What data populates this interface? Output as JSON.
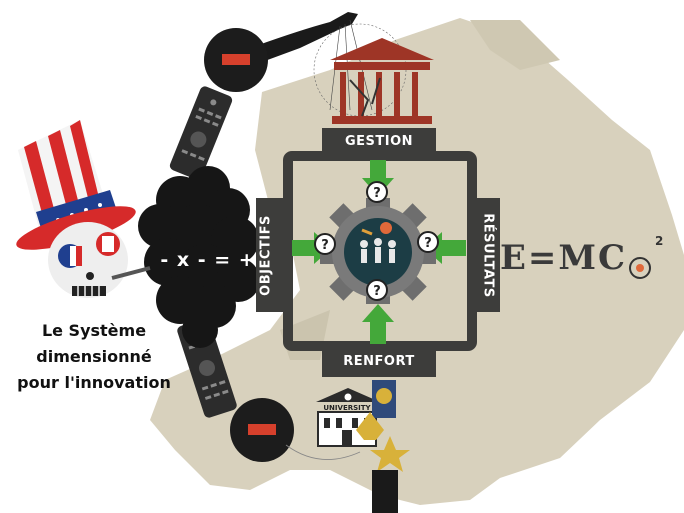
{
  "caption": {
    "line1": "Le Système",
    "line2": "dimensionné",
    "line3": "pour l'innovation"
  },
  "operators": "- x - = +",
  "labels": {
    "top": "GESTION",
    "bottom": "RENFORT",
    "left": "OBJECTIFS",
    "right": "RÉSULTATS"
  },
  "formula": {
    "text": "E=MC",
    "superscript": "2"
  },
  "building_sign": "UNIVERSITY",
  "icons": {
    "hat": "uncle-sam-hat-icon",
    "skull": "skull-icon",
    "smoke": "smoke-cloud-icon",
    "remote": "remote-control-icon",
    "hand": "puppeteer-hand-icon",
    "temple": "government-building-icon",
    "gear": "gear-icon",
    "question": "question-mark-icon",
    "university": "university-building-icon",
    "medals": "medal-icon"
  },
  "colors": {
    "map": "#d8d1bd",
    "panel": "#3d3d3b",
    "arrow_green": "#44a83a",
    "hat_red": "#d62a2a",
    "hat_blue": "#1f3f8f",
    "temple_red": "#9e3526",
    "disc_red": "#d6402c"
  }
}
